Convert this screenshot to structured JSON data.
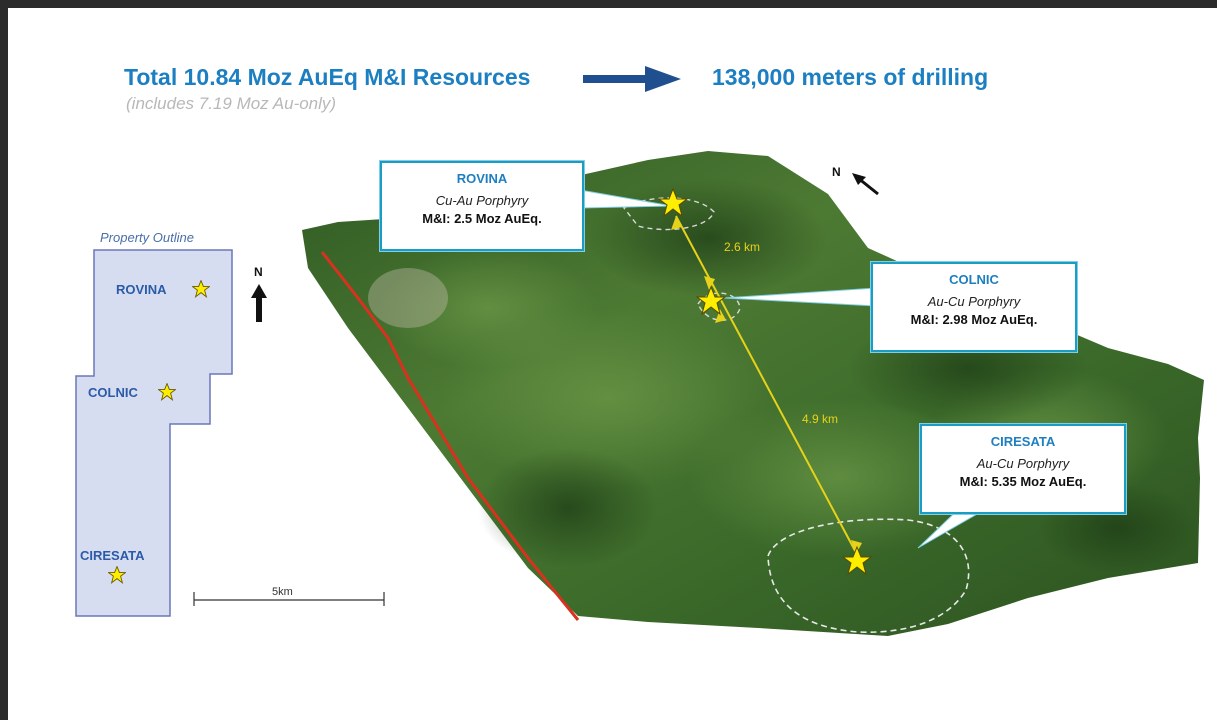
{
  "header": {
    "total_resources": "Total 10.84 Moz AuEq M&I Resources",
    "includes_note": "(includes 7.19 Moz Au-only)",
    "drilling": "138,000 meters of drilling"
  },
  "property_outline": {
    "caption": "Property Outline",
    "labels": [
      "ROVINA",
      "COLNIC",
      "CIRESATA"
    ]
  },
  "north_label": "N",
  "scale": {
    "label": "5km"
  },
  "distances": {
    "rovina_colnic": "2.6 km",
    "colnic_ciresata": "4.9 km"
  },
  "deposits": [
    {
      "name": "ROVINA",
      "type": "Cu-Au Porphyry",
      "resource": "M&I: 2.5 Moz AuEq."
    },
    {
      "name": "COLNIC",
      "type": "Au-Cu Porphyry",
      "resource": "M&I: 2.98 Moz AuEq."
    },
    {
      "name": "CIRESATA",
      "type": "Au-Cu Porphyry",
      "resource": "M&I: 5.35 Moz AuEq."
    }
  ],
  "colors": {
    "headline": "#1c7fc1",
    "callout_border": "#1a9cc4",
    "star": "#ffee00",
    "distance_line": "#e7d21a",
    "boundary_line": "#d8321e",
    "terrain": "#3f6b2c"
  }
}
